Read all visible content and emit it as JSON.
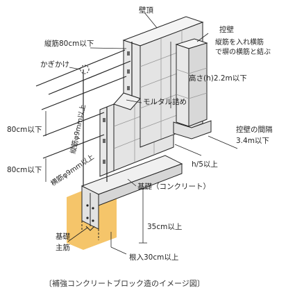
{
  "labels": {
    "wall_top": "壁頂",
    "vertical_rebar_spacing": "縦筋80cm以下",
    "hook": "かぎかけ",
    "buttress": "控壁",
    "buttress_note_line1": "縦筋を入れ横筋",
    "buttress_note_line2": "で塀の横筋と結ぶ",
    "height": "高さ(h)2.2m以下",
    "mortar_fill": "モルタル詰め",
    "vertical_rebar_dia": "縦筋φ9mm以上",
    "horizontal_rebar_spacing_upper": "80cm以下",
    "horizontal_rebar_spacing_lower": "80cm以下",
    "horizontal_rebar_dia": "横筋φ9mm以上",
    "buttress_interval": "控壁の間隔",
    "buttress_interval_value": "3.4m以下",
    "h5": "h/5以上",
    "foundation_concrete": "基礎（コンクリート）",
    "foundation_label": "基礎",
    "main_rebar_label": "主筋",
    "depth_35": "35cm以上",
    "embed_30": "根入30cm以上",
    "caption": "〔補強コンクリートブロック造のイメージ図〕"
  },
  "colors": {
    "block_face": "#e6e6e6",
    "block_top": "#f2f2f2",
    "block_side": "#d0d0d0",
    "soil": "#f5c56a",
    "line": "#222222"
  }
}
